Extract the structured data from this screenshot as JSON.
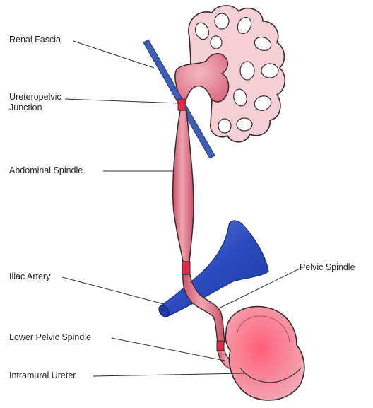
{
  "labels": {
    "renal_fascia": "Renal Fascia",
    "upj_line1": "Ureteropelvic",
    "upj_line2": "Junction",
    "abdominal_spindle": "Abdominal Spindle",
    "iliac_artery": "Iliac Artery",
    "pelvic_spindle": "Pelvic Spindle",
    "lower_pelvic_spindle": "Lower Pelvic Spindle",
    "intramural_ureter": "Intramural Ureter"
  },
  "colors": {
    "tissue_pink": "#e07d8e",
    "tissue_light": "#f3c3cb",
    "constriction_red": "#e0284a",
    "fascia_blue": "#3d5fb8",
    "artery_blue": "#2a4bbf",
    "outline": "#3a2a2c",
    "leader_line": "#333333"
  }
}
